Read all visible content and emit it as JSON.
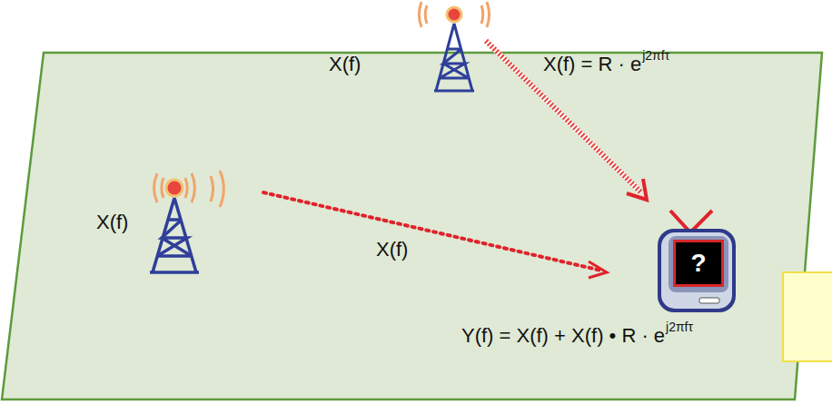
{
  "diagram": {
    "nodes": [
      {
        "text": [
          "?"
        ]
      }
    ],
    "labels": [
      "X(f)",
      "X(f) = R · e",
      "j2πfτ",
      "X(f)",
      "X(f)",
      "Y(f) = X(f) + X(f) • R · e",
      "j2πfτ"
    ]
  }
}
